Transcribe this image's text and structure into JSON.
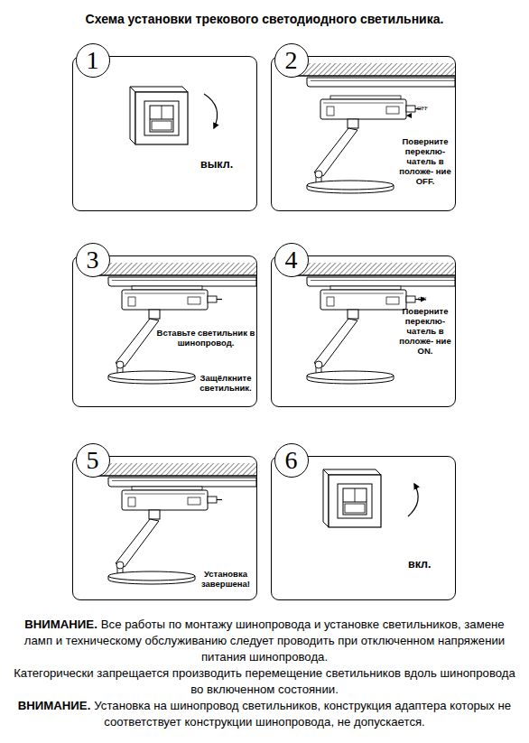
{
  "diagram": {
    "title": "Схема установки трекового светодиодного светильника.",
    "nodes": [
      {
        "text": [
          "выкл."
        ]
      },
      {
        "text": [
          "1"
        ],
        "in": 0
      },
      {
        "text": [
          "Поверните переклю- чатель в положе- ние OFF."
        ]
      },
      {
        "text": [
          "2"
        ],
        "in": 2
      },
      {
        "text": [
          "Вставьте светильник в шинопровод.",
          "Защёлкните светильник."
        ]
      },
      {
        "text": [
          "3"
        ],
        "in": 4
      },
      {
        "text": [
          "Поверните переклю- чатель в положе- ние ON."
        ]
      },
      {
        "text": [
          "4"
        ],
        "in": 6
      },
      {
        "text": [
          "Установка завершена!"
        ]
      },
      {
        "text": [
          "5"
        ],
        "in": 8
      },
      {
        "text": [
          "вкл."
        ]
      },
      {
        "text": [
          "6"
        ],
        "in": 10
      }
    ],
    "labels": [
      "OFF",
      "ON",
      "ВНИМАНИЕ.",
      "Все работы по монтажу шинопровода и установке светильников, замене ламп и техническому обслуживанию следует проводить при отключенном напряжении питания шинопровода.",
      "Категорически запрещается производить перемещение светильников вдоль шинопровода во включенном состоянии.",
      "ВНИМАНИЕ.",
      "Установка на шинопровод светильников, конструкция адаптера которых не соответствует конструкции шинопровода, не допускается."
    ]
  }
}
